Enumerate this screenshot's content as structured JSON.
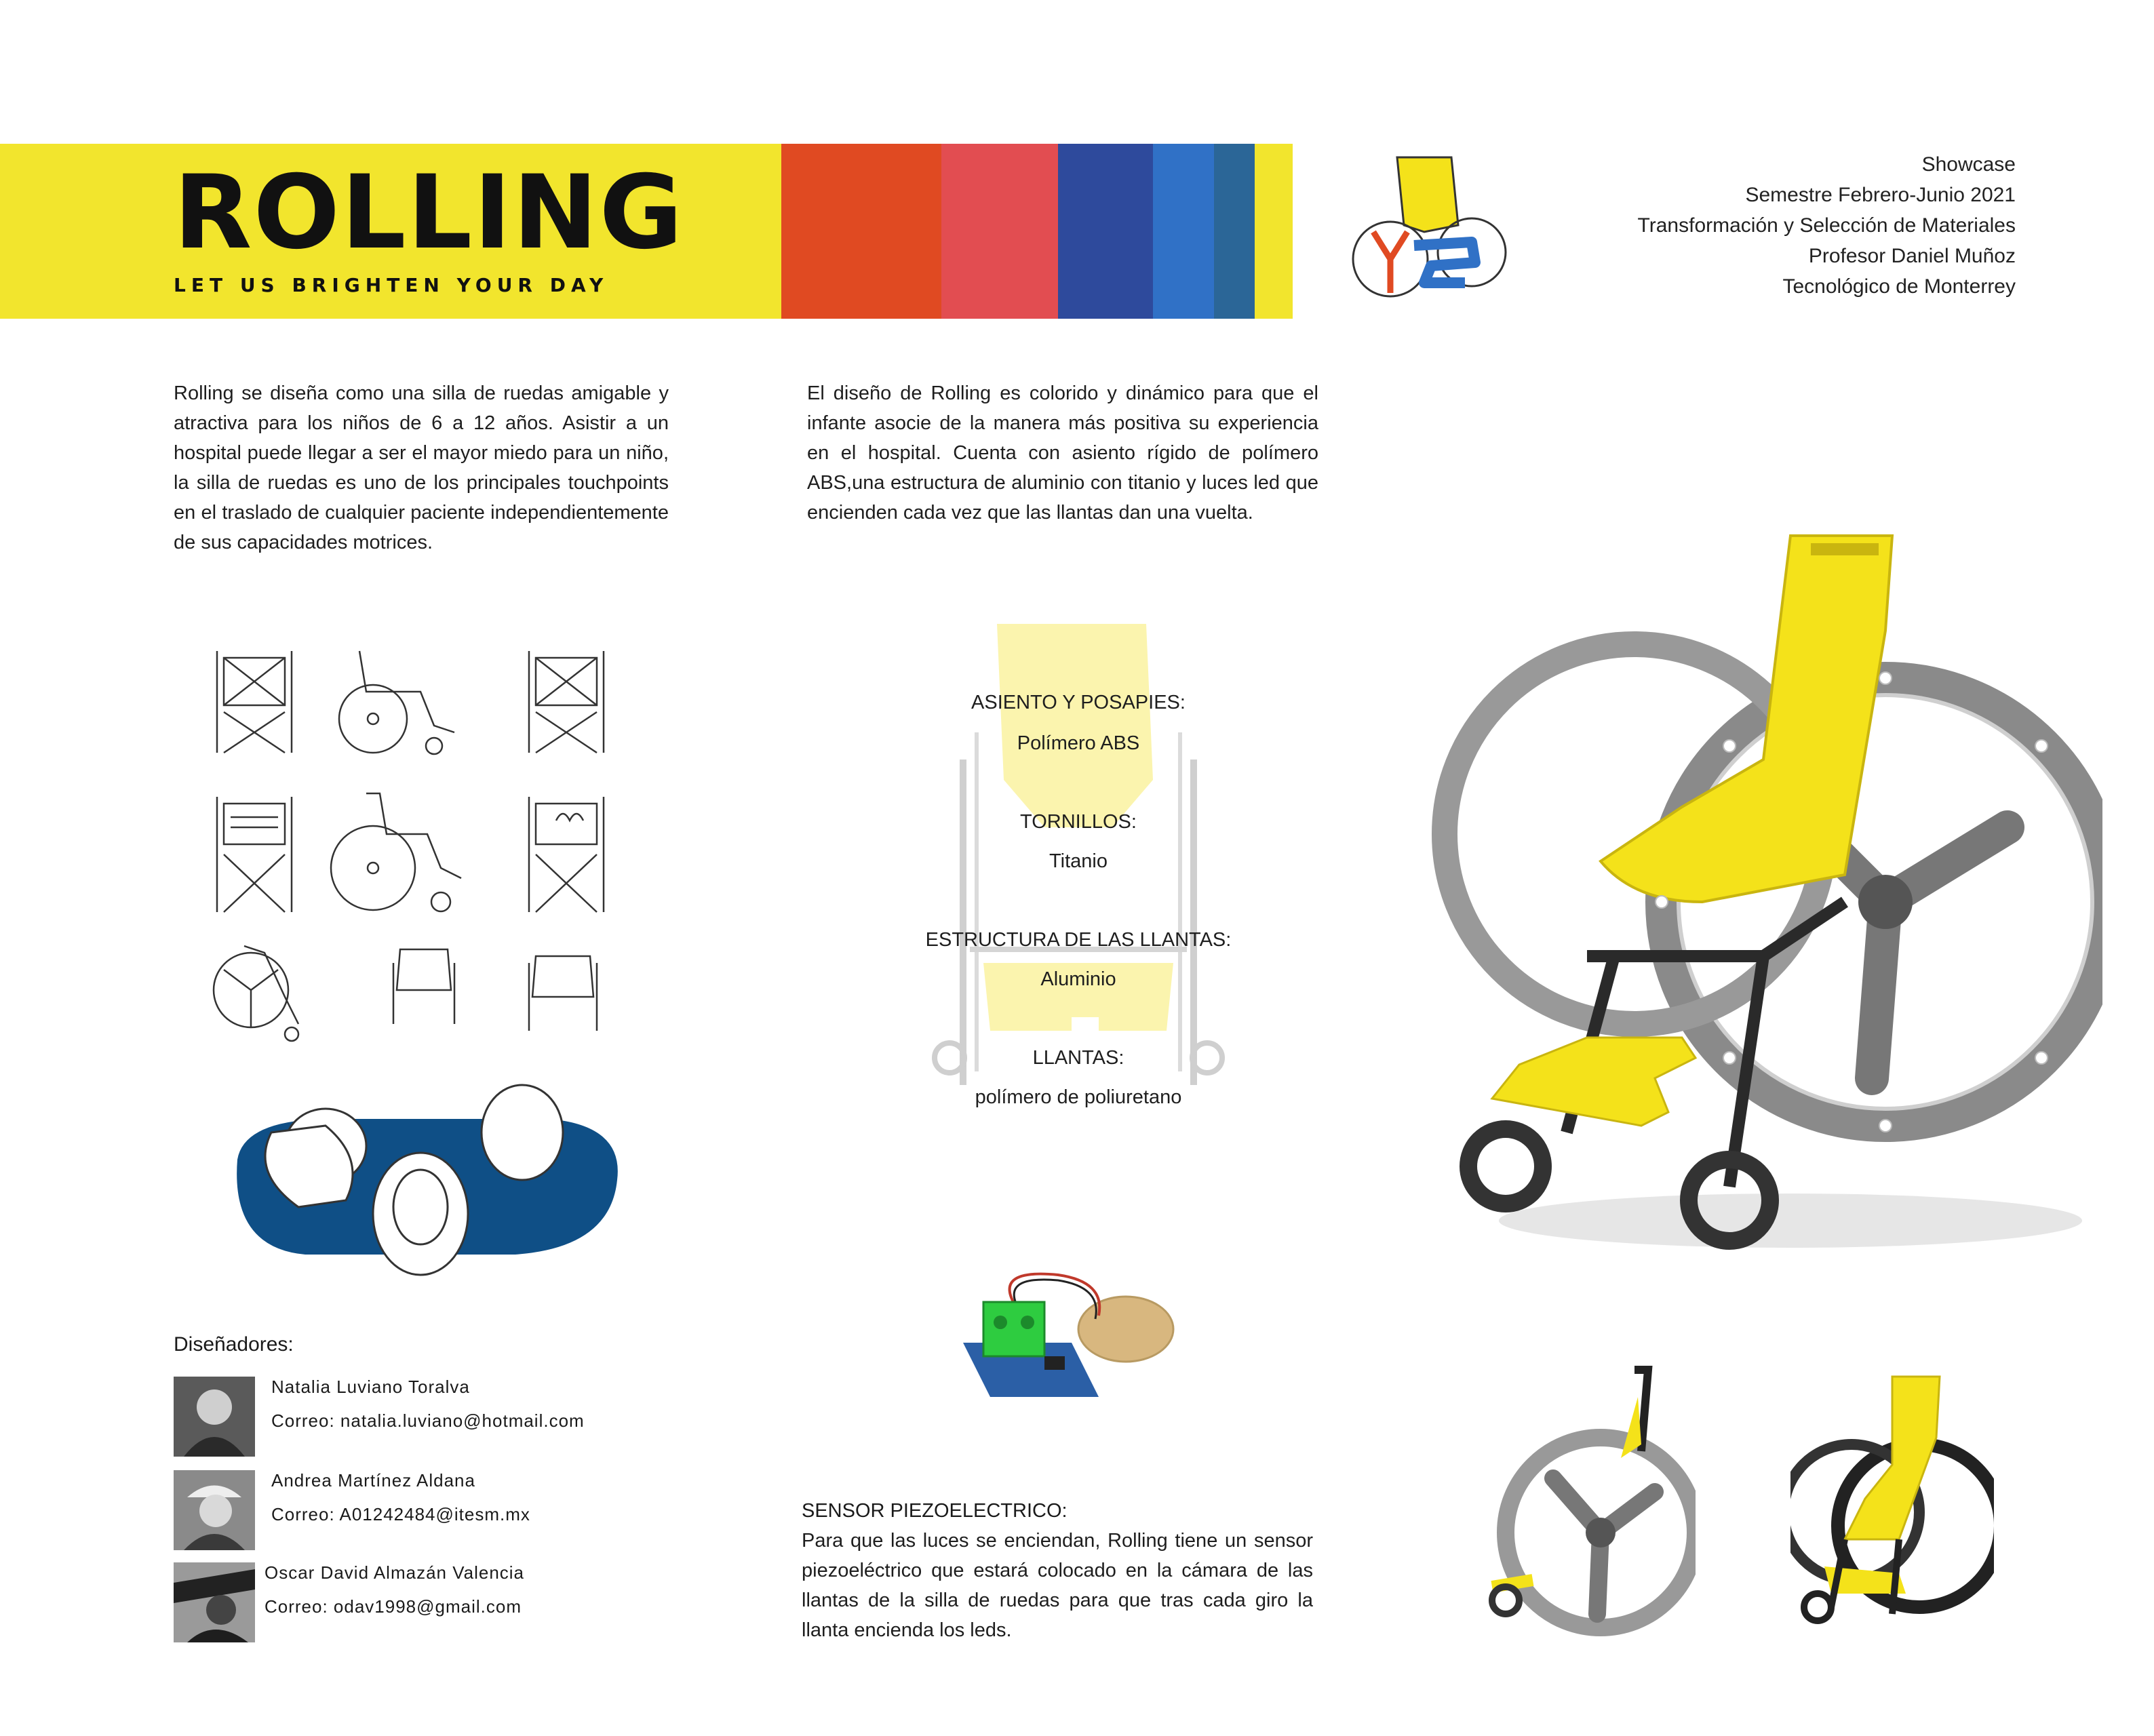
{
  "header": {
    "title": "ROLLING",
    "tagline": "LET US BRIGHTEN YOUR DAY",
    "palette": [
      "#f2e52d",
      "#e04a22",
      "#e24d51",
      "#2e4a9c",
      "#3071c6",
      "#2b6697"
    ]
  },
  "info": {
    "lines": [
      "Showcase",
      "Semestre Febrero-Junio 2021",
      "Transformación y Selección de Materiales",
      "Profesor Daniel Muñoz",
      "Tecnológico de Monterrey"
    ]
  },
  "intro": {
    "text": "Rolling se diseña como una silla de ruedas amigable y atractiva para los niños de 6 a 12 años. Asistir a un hospital puede llegar a ser el mayor miedo para un niño, la silla de ruedas es uno de los principales touchpoints en el traslado de cualquier paciente independientemente de sus capacidades motrices."
  },
  "design": {
    "text": "El diseño de Rolling es colorido y dinámico para que el infante asocie de la manera más positiva su experiencia en el hospital. Cuenta con asiento rígido de polímero ABS,una estructura de aluminio con titanio y luces led que encienden cada vez que las llantas dan una vuelta."
  },
  "materials": [
    {
      "label": "ASIENTO Y POSAPIES:",
      "value": "Polímero ABS"
    },
    {
      "label": "TORNILLOS:",
      "value": "Titanio"
    },
    {
      "label": "ESTRUCTURA DE LAS LLANTAS:",
      "value": "Aluminio"
    },
    {
      "label": "LLANTAS:",
      "value": "polímero de poliuretano"
    }
  ],
  "sensor": {
    "title": "SENSOR PIEZOELECTRICO:",
    "text": "Para que las luces se enciendan, Rolling tiene un sensor piezoeléctrico que estará colocado en la cámara de las llantas de la silla de ruedas para que tras cada giro la llanta encienda los leds."
  },
  "designers": {
    "title": "Diseñadores:",
    "people": [
      {
        "name": "Natalia Luviano Toralva",
        "email": "Correo: natalia.luviano@hotmail.com"
      },
      {
        "name": "Andrea Martínez Aldana",
        "email": "Correo: A01242484@itesm.mx"
      },
      {
        "name": "Oscar David Almazán Valencia",
        "email": "Correo: odav1998@gmail.com"
      }
    ]
  },
  "colors": {
    "chair_yellow": "#f4e21a",
    "blob_blue": "#0f4f86",
    "sketch_line": "#333333"
  }
}
